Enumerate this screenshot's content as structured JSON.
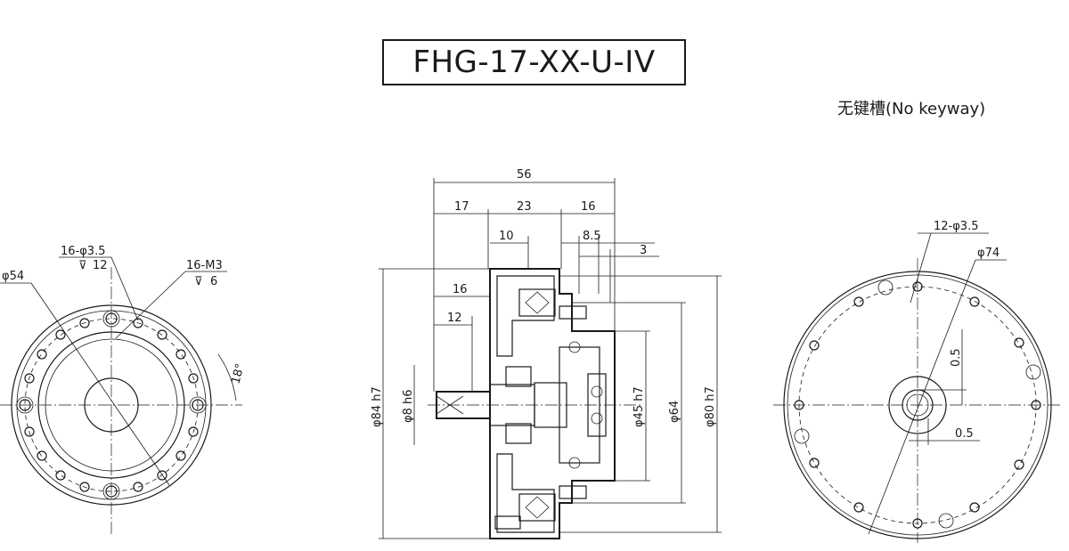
{
  "title": "FHG-17-XX-U-IV",
  "note": "无键槽(No keyway)",
  "left_view": {
    "dia_outer": "φ54",
    "holes_top": "16-φ3.5",
    "holes_depth": "12",
    "threads": "16-M3",
    "threads_depth": "6",
    "angle": "18°"
  },
  "section_view": {
    "overall_length": "56",
    "seg1": "17",
    "seg2": "23",
    "seg3": "16",
    "inner1": "10",
    "inner2": "8.5",
    "inner3": "3",
    "left16": "16",
    "left12": "12",
    "d84": "φ84 h7",
    "d8": "φ8 h6",
    "d45": "φ45 h7",
    "d64": "φ64",
    "d80": "φ80 h7"
  },
  "right_view": {
    "holes": "12-φ3.5",
    "pcd": "φ74",
    "offset_v": "0.5",
    "offset_h": "0.5"
  }
}
